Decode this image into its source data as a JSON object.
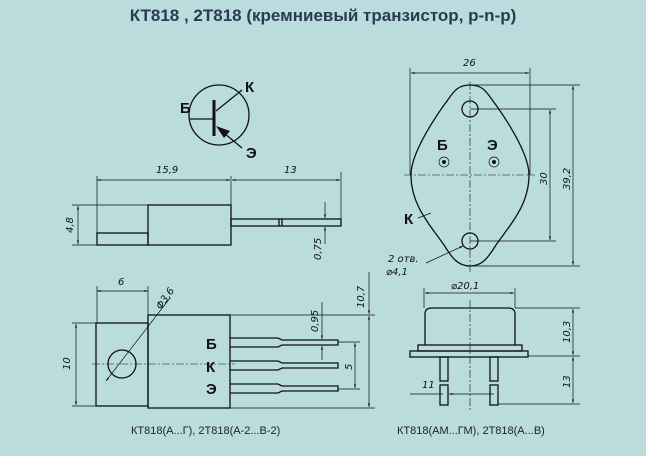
{
  "title": "КТ818 , 2Т818 (кремниевый транзистор, p-n-p)",
  "symbol": {
    "base": "Б",
    "collector": "К",
    "emitter": "Э"
  },
  "side_view": {
    "dim_body": "15,9",
    "dim_lead": "13",
    "dim_height": "4,8",
    "dim_lead_thickness": "0,75"
  },
  "plastic_view": {
    "dim_tab": "6",
    "dim_hole": "Φ3,6",
    "dim_width": "10",
    "dim_lead_width": "0,95",
    "dim_pitch": "5",
    "dim_body_width": "10,7",
    "pins": [
      "Б",
      "К",
      "Э"
    ],
    "caption": "КТ818(А...Г), 2Т818(А-2...В-2)"
  },
  "metal_top": {
    "dim_width": "26",
    "dim_holes": "30",
    "dim_length": "39,2",
    "pin_base": "Б",
    "pin_emitter": "Э",
    "case_label": "К",
    "holes_note_1": "2 отв.",
    "holes_note_2": "⌀4,1"
  },
  "metal_side": {
    "dim_diameter": "⌀20,1",
    "dim_height": "10,3",
    "dim_leads": "13",
    "dim_pin_spacing": "11",
    "caption": "КТ818(АМ...ГМ), 2Т818(А...В)"
  }
}
